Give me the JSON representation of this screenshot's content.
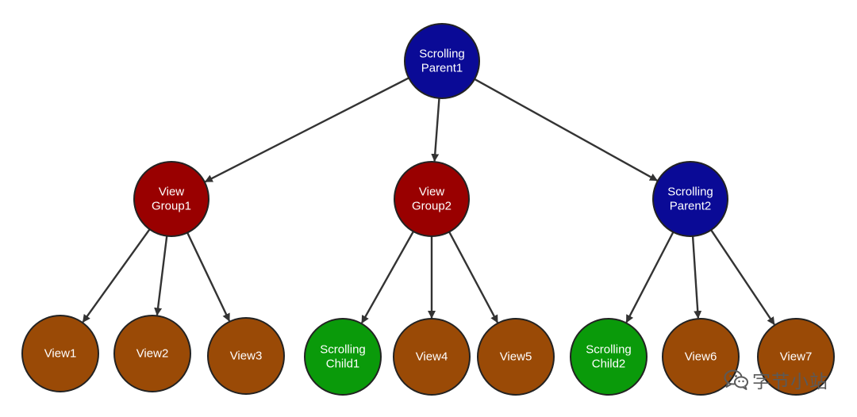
{
  "nodes": [
    {
      "id": "scrolling-parent1",
      "lines": [
        "Scrolling",
        "Parent1"
      ],
      "color": "#0a0a96"
    },
    {
      "id": "view-group1",
      "lines": [
        "View",
        "Group1"
      ],
      "color": "#990000"
    },
    {
      "id": "view-group2",
      "lines": [
        "View",
        "Group2"
      ],
      "color": "#990000"
    },
    {
      "id": "scrolling-parent2",
      "lines": [
        "Scrolling",
        "Parent2"
      ],
      "color": "#0a0a96"
    },
    {
      "id": "view1",
      "lines": [
        "View1"
      ],
      "color": "#9a4a06"
    },
    {
      "id": "view2",
      "lines": [
        "View2"
      ],
      "color": "#9a4a06"
    },
    {
      "id": "view3",
      "lines": [
        "View3"
      ],
      "color": "#9a4a06"
    },
    {
      "id": "scrolling-child1",
      "lines": [
        "Scrolling",
        "Child1"
      ],
      "color": "#0a9a0a"
    },
    {
      "id": "view4",
      "lines": [
        "View4"
      ],
      "color": "#9a4a06"
    },
    {
      "id": "view5",
      "lines": [
        "View5"
      ],
      "color": "#9a4a06"
    },
    {
      "id": "scrolling-child2",
      "lines": [
        "Scrolling",
        "Child2"
      ],
      "color": "#0a9a0a"
    },
    {
      "id": "view6",
      "lines": [
        "View6"
      ],
      "color": "#9a4a06"
    },
    {
      "id": "view7",
      "lines": [
        "View7"
      ],
      "color": "#9a4a06"
    }
  ],
  "edges": [
    [
      "scrolling-parent1",
      "view-group1"
    ],
    [
      "scrolling-parent1",
      "view-group2"
    ],
    [
      "scrolling-parent1",
      "scrolling-parent2"
    ],
    [
      "view-group1",
      "view1"
    ],
    [
      "view-group1",
      "view2"
    ],
    [
      "view-group1",
      "view3"
    ],
    [
      "view-group2",
      "scrolling-child1"
    ],
    [
      "view-group2",
      "view4"
    ],
    [
      "view-group2",
      "view5"
    ],
    [
      "scrolling-parent2",
      "scrolling-child2"
    ],
    [
      "scrolling-parent2",
      "view6"
    ],
    [
      "scrolling-parent2",
      "view7"
    ]
  ],
  "colors": {
    "edge": "#333333",
    "node_border": "#222222",
    "label": "#ffffff"
  },
  "watermark": {
    "text": "字节小站",
    "icon": "wechat-icon"
  }
}
